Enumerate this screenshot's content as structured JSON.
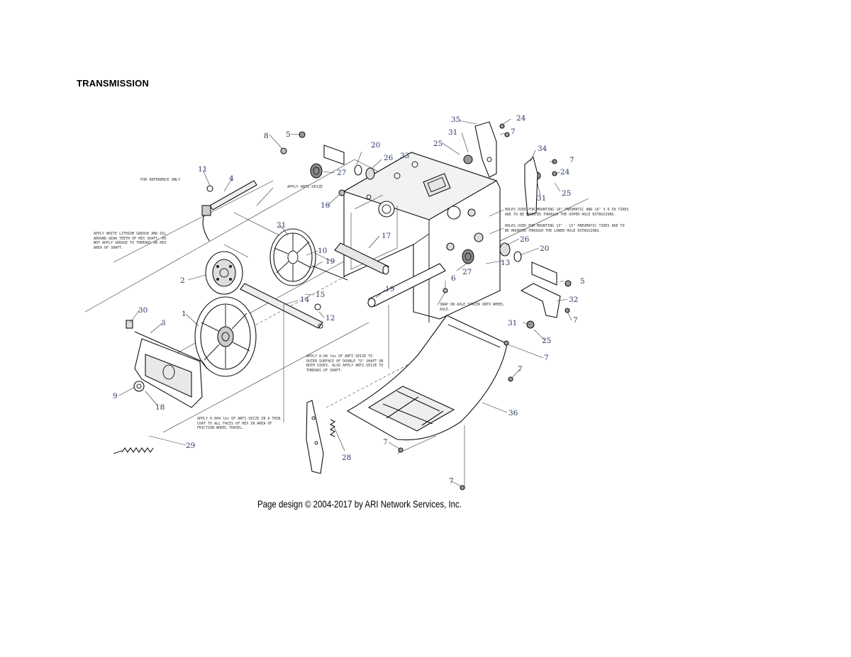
{
  "title": "TRANSMISSION",
  "credit": "Page design © 2004-2017 by ARI Network Services, Inc.",
  "callouts": [
    "1",
    "2",
    "3",
    "4",
    "5",
    "6",
    "7",
    "8",
    "9",
    "10",
    "11",
    "12",
    "13",
    "14",
    "15",
    "16",
    "17",
    "18",
    "19",
    "20",
    "21",
    "24",
    "25",
    "26",
    "27",
    "28",
    "29",
    "30",
    "31",
    "32",
    "33",
    "34",
    "35",
    "36"
  ],
  "notes": {
    "reference": "FOR REFERENCE ONLY",
    "anti_seize_top": "APPLY ANTI-SEIZE",
    "lithium_grease": "APPLY WHITE LITHIUM GREASE AND OIL AROUND GEAR TEETH OF HEX SHAFT. DO NOT APPLY GREASE TO THREADS OR HEX AREA OF SHAFT.",
    "holes_upper": "HOLES USED FOR MOUNTING 18\" PNEUMATIC AND 16\" X 6.50 TIRES ARE TO BE MOUNTED THROUGH THE UPPER HOLE EXTRUSIONS.",
    "holes_lower": "HOLES USED FOR MOUNTING 13\" - 15\" PNEUMATIC TIRES ARE TO BE MOUNTED THROUGH THE LOWER HOLE EXTRUSIONS.",
    "snap_axle": "SNAP ON AXLE SPACER ONTO WHEEL AXLE.",
    "anti_seize_axle": "APPLY 0.06 lbs OF ANTI-SEIZE TO OUTER SURFACE OF DOUBLE \"D\" SHAFT ON BOTH SIDES. ALSO APPLY ANTI-SEIZE TO THREADS OF SHAFT.",
    "anti_seize_friction": "APPLY 0.004 lbs OF ANTI-SEIZE IN A THIN COAT TO ALL FACES OF HEX IN AREA OF FRICTION WHEEL TRAVEL."
  }
}
